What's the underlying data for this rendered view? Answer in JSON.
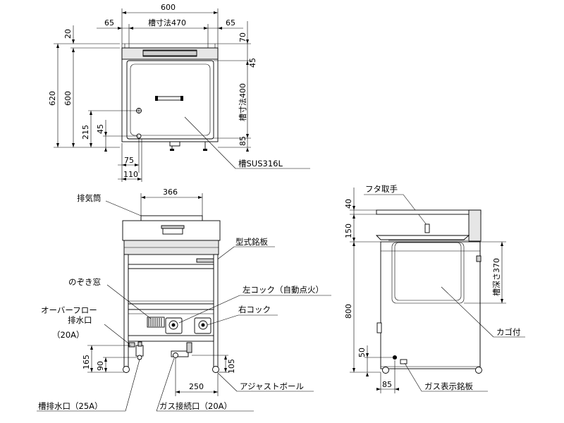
{
  "dimensions": {
    "top_width": "600",
    "side_margin_left": "65",
    "tank_width": "槽寸法470",
    "side_margin_right": "65",
    "top_lip": "20",
    "top_height_total": "620",
    "top_height_body": "600",
    "right_top": "70",
    "right_45": "45",
    "tank_depth": "槽寸法400",
    "right_bottom": "85",
    "drain_height": "215",
    "drain_45": "45",
    "drain_75": "75",
    "drain_110": "110",
    "flue_width": "366",
    "h165": "165",
    "h90": "90",
    "h105": "105",
    "w250": "250",
    "side_40": "40",
    "side_150": "150",
    "side_800": "800",
    "tank_depth_side": "槽深さ370",
    "side_50": "50",
    "side_85": "85"
  },
  "labels": {
    "tank_material": "槽SUS316L",
    "exhaust": "排気筒",
    "nameplate": "型式銘板",
    "peep_window": "のぞき窓",
    "overflow_line1": "オーバーフロー",
    "overflow_line2": "排水口",
    "overflow_line3": "（20A）",
    "left_cock": "左コック（自動点火）",
    "right_cock": "右コック",
    "adjuster": "アジャストボール",
    "tank_drain": "槽排水口（25A）",
    "gas_inlet": "ガス接続口（20A）",
    "lid_handle": "フタ取手",
    "basket": "カゴ付",
    "gas_plate": "ガス表示銘板"
  }
}
